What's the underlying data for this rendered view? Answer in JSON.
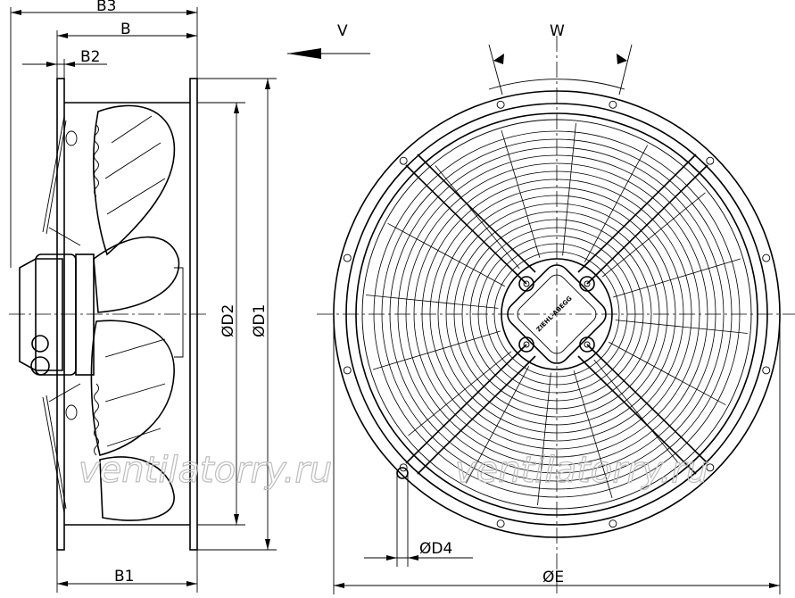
{
  "dimensions": {
    "B3": "B3",
    "B": "B",
    "B2": "B2",
    "B1": "B1",
    "V": "V",
    "W": "W",
    "D2": "ØD2",
    "D1": "ØD1",
    "D4": "ØD4",
    "E": "ØE"
  },
  "watermark": {
    "left": "ventilatorry.ru",
    "right": "ventilatorry.ru"
  },
  "motor_label": "ZIEHL-ABEGG"
}
